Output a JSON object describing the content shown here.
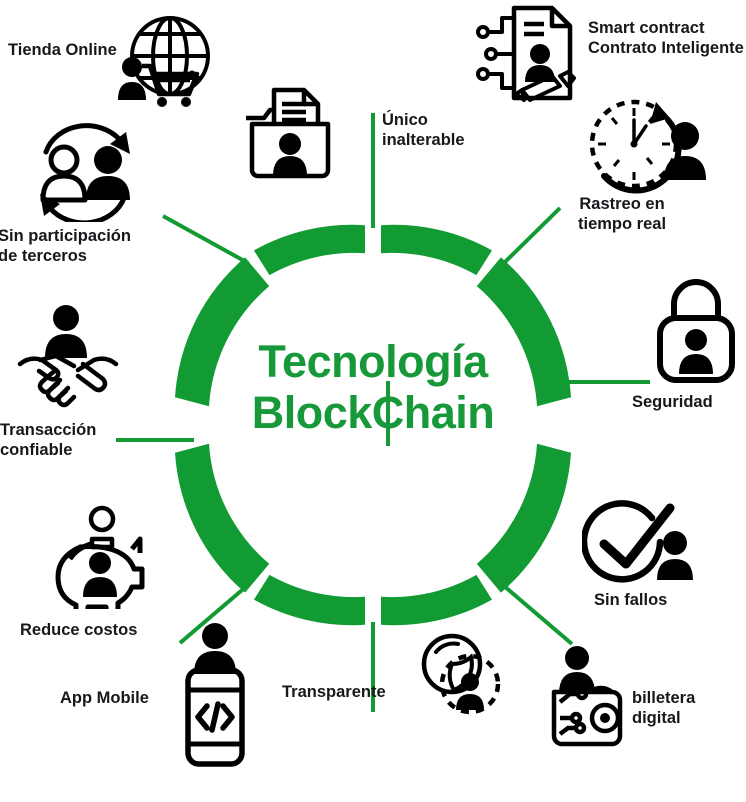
{
  "diagram": {
    "title_line1": "Tecnología",
    "title_line2_a": "Blo",
    "title_line2_b": "ck",
    "title_line2_c": "C",
    "title_line2_d": "hain",
    "center_title_full": "Tecnología Blockchain",
    "ring_color": "#129B33",
    "title_color": "#17993A",
    "label_color": "#17181C",
    "icon_color": "#000000",
    "background": "#FFFFFF"
  },
  "nodes": [
    {
      "id": "tienda",
      "label": "Tienda Online",
      "lines": [
        "Tienda Online"
      ],
      "icon": "globe-cart-person-icon"
    },
    {
      "id": "smart",
      "label": "Smart contract Contrato Inteligente",
      "lines": [
        "Smart contract",
        "Contrato Inteligente"
      ],
      "icon": "contract-document-person-icon"
    },
    {
      "id": "rastreo",
      "label": "Rastreo en tiempo real",
      "lines": [
        "Rastreo en",
        "tiempo real"
      ],
      "icon": "clock-person-icon"
    },
    {
      "id": "seguridad",
      "label": "Seguridad",
      "lines": [
        "Seguridad"
      ],
      "icon": "padlock-person-icon"
    },
    {
      "id": "sinfallos",
      "label": "Sin fallos",
      "lines": [
        "Sin fallos"
      ],
      "icon": "checkmark-circle-person-icon"
    },
    {
      "id": "billetera",
      "label": "billetera digital",
      "lines": [
        "billetera",
        "digital"
      ],
      "icon": "digital-wallet-person-icon"
    },
    {
      "id": "transparente",
      "label": "Transparente",
      "lines": [
        "Transparente"
      ],
      "icon": "overlapping-circles-person-icon"
    },
    {
      "id": "appmobile",
      "label": "App Mobile",
      "lines": [
        "App Mobile"
      ],
      "icon": "smartphone-code-person-icon"
    },
    {
      "id": "reduce",
      "label": "Reduce costos",
      "lines": [
        "Reduce costos"
      ],
      "icon": "piggy-bank-person-icon"
    },
    {
      "id": "transaccion",
      "label": "Transacción confiable",
      "lines": [
        "Transacción",
        "confiable"
      ],
      "icon": "handshake-person-icon"
    },
    {
      "id": "terceros",
      "label": "Sin participación de terceros",
      "lines": [
        "Sin participación",
        "de terceros"
      ],
      "icon": "two-people-arrows-icon"
    },
    {
      "id": "unico",
      "label": "Único inalterable",
      "lines": [
        "Único",
        "inalterable"
      ],
      "icon": "folder-document-person-icon"
    }
  ]
}
